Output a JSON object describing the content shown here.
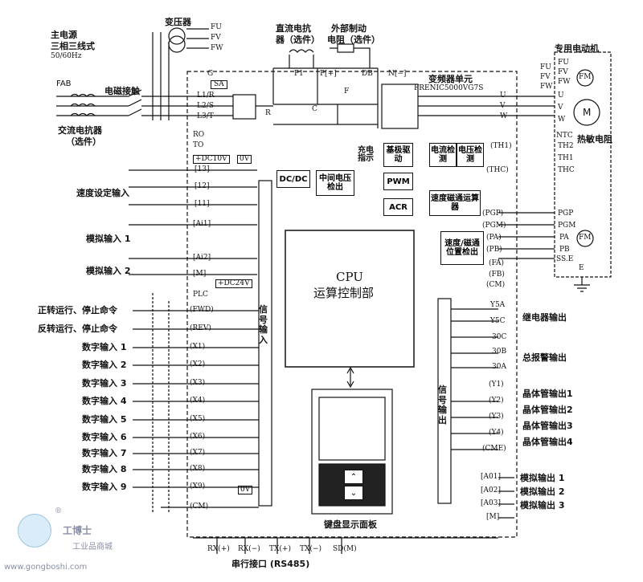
{
  "power": {
    "title": "主电源",
    "line2": "三相三线式",
    "freq": "50/60Hz",
    "fab": "FAB",
    "contactor": "电磁接触",
    "reactor1": "交流电抗器",
    "reactor2": "（选件）"
  },
  "transformer": {
    "label": "变压器",
    "fu": "FU",
    "fv": "FV",
    "fw": "FW"
  },
  "dc_reactor": {
    "line1": "直流电抗",
    "line2": "器（选件）"
  },
  "brake_res": {
    "line1": "外部制动",
    "line2": "电阻（选件）"
  },
  "inverter": {
    "line1": "变频器单元",
    "line2": "FRENIC5000VG7S"
  },
  "motor": {
    "label": "专用电动机",
    "fu": "FU",
    "fv": "FV",
    "fw": "FW",
    "fm": "FM",
    "m": "M",
    "thermistor": "热敏电阻",
    "pgp": "PGP",
    "pgm": "PGM",
    "pa": "PA",
    "pb": "PB",
    "sse": "SS.E",
    "e": "E",
    "ntc": "NTC",
    "th2": "TH2",
    "th1": "TH1",
    "thc": "THC"
  },
  "terminals": {
    "g": "G",
    "sa": "SA",
    "l1": "L1/R",
    "l2": "L2/S",
    "l3": "L3/T",
    "r": "R",
    "c": "C",
    "f": "F",
    "p1": "P1",
    "pplus": "P[+]",
    "db": "DB",
    "nminus": "N[−]",
    "ro": "RO",
    "to": "TO",
    "u": "U",
    "v": "V",
    "w": "W",
    "th1t": "(TH1)",
    "thct": "(THC)",
    "pgp": "(PGP)",
    "pgm": "(PGM)",
    "pa": "(PA)",
    "pb": "(PB)",
    "fa": "(FA)",
    "fb": "(FB)",
    "cm": "(CM)"
  },
  "blocks": {
    "dcdc": "DC/DC",
    "dc_detect": "中间电压检出",
    "charge": "充电指示",
    "base_drive": "基极驱动",
    "current_det": "电流检测",
    "voltage_det": "电压检测",
    "pwm": "PWM",
    "acr": "ACR",
    "flux": "速度磁通运算器",
    "speed_pos": "速度/磁通位置检出",
    "cpu1": "CPU",
    "cpu2": "运算控制部",
    "signal_in": "信号输入",
    "signal_out": "信号输出",
    "keypad": "键盘显示面板"
  },
  "inputs": {
    "dc10": "+DC10V",
    "zero_v": "0V",
    "t13": "[13]",
    "t12": "[12]",
    "t11": "[11]",
    "speed_set": "速度设定输入",
    "ai1": "[Ai1]",
    "ai2": "[Ai2]",
    "analog_in1": "模拟输入 1",
    "analog_in2": "模拟输入 2",
    "m": "[M]",
    "dc24": "+DC24V",
    "plc": "PLC",
    "fwd": "(FWD)",
    "rev": "(REV)",
    "x1": "(X1)",
    "x2": "(X2)",
    "x3": "(X3)",
    "x4": "(X4)",
    "x5": "(X5)",
    "x6": "(X6)",
    "x7": "(X7)",
    "x8": "(X8)",
    "x9": "(X9)",
    "zero_v2": "0V",
    "cm": "(CM)"
  },
  "input_labels": {
    "fwd": "正转运行、停止命令",
    "rev": "反转运行、停止命令",
    "d1": "数字输入 1",
    "d2": "数字输入 2",
    "d3": "数字输入 3",
    "d4": "数字输入 4",
    "d5": "数字输入 5",
    "d6": "数字输入 6",
    "d7": "数字输入 7",
    "d8": "数字输入 8",
    "d9": "数字输入 9"
  },
  "outputs": {
    "y5a": "Y5A",
    "y5c": "Y5C",
    "relay": "继电器输出",
    "c30": "30C",
    "b30": "30B",
    "a30": "30A",
    "alarm": "总报警输出",
    "y1": "(Y1)",
    "y2": "(Y2)",
    "y3": "(Y3)",
    "y4": "(Y4)",
    "cme": "(CME)",
    "tr1": "晶体管输出1",
    "tr2": "晶体管输出2",
    "tr3": "晶体管输出3",
    "tr4": "晶体管输出4",
    "a01": "[A01]",
    "a02": "[A02]",
    "a03": "[A03]",
    "m": "[M]",
    "ao1": "模拟输出 1",
    "ao2": "模拟输出 2",
    "ao3": "模拟输出 3"
  },
  "serial": {
    "rxp": "RX(+)",
    "rxm": "RX(−)",
    "txp": "TX(+)",
    "txm": "TX(−)",
    "sd": "SD(M)",
    "label": "串行接口 (RS485)"
  },
  "watermark": {
    "brand": "工博士",
    "sub": "工业品商城",
    "url": "www.gongboshi.com",
    "reg": "®"
  }
}
